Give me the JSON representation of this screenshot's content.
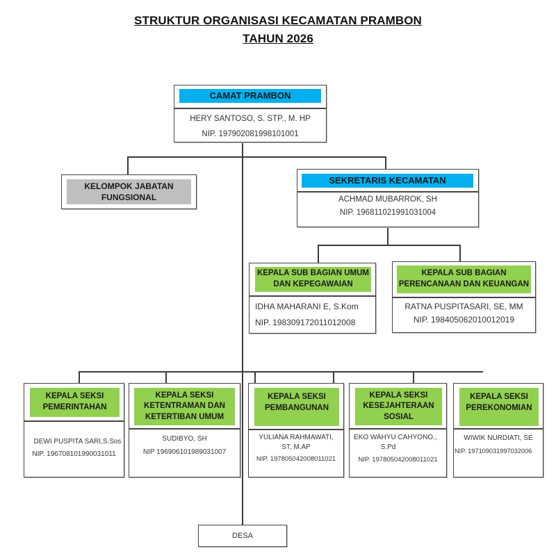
{
  "title": {
    "line1": "STRUKTUR ORGANISASI KECAMATAN PRAMBON",
    "line2": "TAHUN 2026"
  },
  "colors": {
    "leader_header": "#00b0f0",
    "functional_header": "#bfbfbf",
    "unit_header": "#92d050",
    "connector": "#3a3a3a"
  },
  "camat": {
    "position": "CAMAT PRAMBON",
    "name": "HERY SANTOSO, S. STP., M. HP",
    "nip": "NIP. 197902081998101001"
  },
  "functional_group": {
    "label_line1": "KELOMPOK JABATAN",
    "label_line2": "FUNGSIONAL"
  },
  "sekretaris": {
    "position": "SEKRETARIS KECAMATAN",
    "name": "ACHMAD MUBARROK, SH",
    "nip": "NIP. 196811021991031004"
  },
  "sub_bagian": [
    {
      "position_line1": "KEPALA SUB BAGIAN UMUM",
      "position_line2": "DAN KEPEGAWAIAN",
      "name": "IDHA MAHARANI E, S.Kom",
      "nip": "NIP. 198309172011012008"
    },
    {
      "position_line1": "KEPALA SUB BAGIAN",
      "position_line2": "PERENCANAAN DAN KEUANGAN",
      "name": "RATNA PUSPITASARI, SE, MM",
      "nip": "NIP. 198405062010012019"
    }
  ],
  "seksi": [
    {
      "position_lines": [
        "KEPALA SEKSI",
        "PEMERINTAHAN"
      ],
      "name_lines": [
        "DEWI PUSPITA SARI,S.Sos"
      ],
      "nip": "NIP. 196708101990031011"
    },
    {
      "position_lines": [
        "KEPALA SEKSI",
        "KETENTRAMAN DAN",
        "KETERTIBAN UMUM"
      ],
      "name_lines": [
        "SUDIBYO, SH"
      ],
      "nip": "NIP 196906101989031007"
    },
    {
      "position_lines": [
        "KEPALA SEKSI",
        "PEMBANGUNAN"
      ],
      "name_lines": [
        "YULIANA RAHMAWATI,",
        "ST, M.AP"
      ],
      "nip": "NIP. 197805042008011021"
    },
    {
      "position_lines": [
        "KEPALA SEKSI",
        "KESEJAHTERAAN",
        "SOSIAL"
      ],
      "name_lines": [
        "EKO WAHYU CAHYONO.,",
        "S.Pd"
      ],
      "nip": "NIP. 197805042008011021"
    },
    {
      "position_lines": [
        "KEPALA SEKSI",
        "PEREKONOMIAN"
      ],
      "name_lines": [
        "WIWIK NURDIATI, SE"
      ],
      "nip": "NIP. 197109031997032006"
    }
  ],
  "desa": {
    "label": "DESA"
  }
}
